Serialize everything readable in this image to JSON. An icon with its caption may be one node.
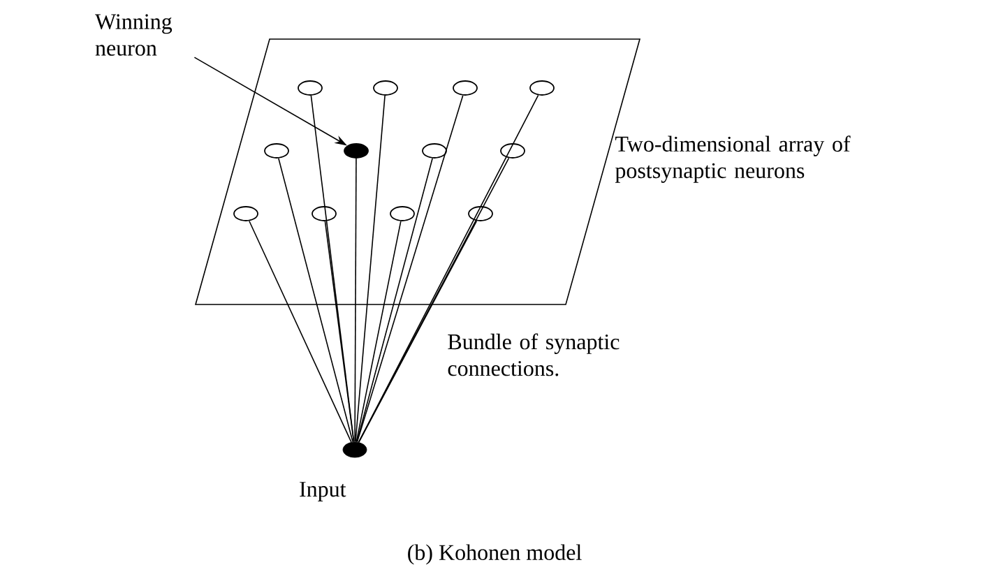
{
  "diagram": {
    "caption": "(b) Kohonen model",
    "nodes": [
      {
        "text": [
          "Winning neuron"
        ]
      },
      {
        "text": [],
        "shape": "parallelogram",
        "beside": [
          "Two-dimensional array of postsynaptic neurons"
        ]
      },
      {
        "text": [],
        "shape": "ellipse",
        "in": 1
      },
      {
        "text": [],
        "shape": "ellipse",
        "in": 1
      },
      {
        "text": [],
        "shape": "ellipse",
        "in": 1
      },
      {
        "text": [],
        "shape": "ellipse",
        "in": 1
      },
      {
        "text": [],
        "shape": "ellipse",
        "in": 1
      },
      {
        "text": [],
        "shape": "ellipse",
        "in": 1
      },
      {
        "text": [],
        "shape": "ellipse",
        "in": 1
      },
      {
        "text": [],
        "shape": "ellipse",
        "in": 1
      },
      {
        "text": [],
        "shape": "ellipse",
        "in": 1
      },
      {
        "text": [],
        "shape": "ellipse",
        "in": 1
      },
      {
        "text": [],
        "shape": "ellipse",
        "in": 1
      },
      {
        "text": [],
        "shape": "ellipse",
        "in": 1
      },
      {
        "text": [],
        "shape": "circle",
        "beside": [
          "Input"
        ]
      }
    ],
    "edges": [
      {
        "from": 0,
        "to": 7,
        "arrow": "to"
      },
      {
        "from": 14,
        "to": 2,
        "arrow": "none"
      },
      {
        "from": 14,
        "to": 3,
        "arrow": "none"
      },
      {
        "from": 14,
        "to": 4,
        "arrow": "none"
      },
      {
        "from": 14,
        "to": 5,
        "arrow": "none"
      },
      {
        "from": 14,
        "to": 6,
        "arrow": "none"
      },
      {
        "from": 14,
        "to": 7,
        "arrow": "none"
      },
      {
        "from": 14,
        "to": 8,
        "arrow": "none"
      },
      {
        "from": 14,
        "to": 9,
        "arrow": "none"
      },
      {
        "from": 14,
        "to": 10,
        "arrow": "none"
      },
      {
        "from": 14,
        "to": 11,
        "arrow": "none"
      },
      {
        "from": 14,
        "to": 12,
        "arrow": "none"
      },
      {
        "from": 14,
        "to": 13,
        "arrow": "none"
      }
    ],
    "labels": [
      "Bundle of synaptic connections."
    ]
  }
}
